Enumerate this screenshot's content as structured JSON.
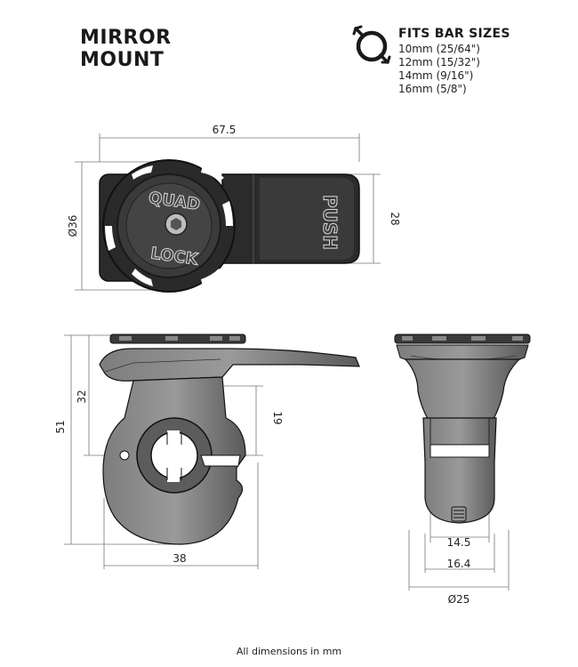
{
  "title": {
    "line1": "MIRROR",
    "line2": "MOUNT"
  },
  "fits": {
    "heading": "FITS BAR SIZES",
    "sizes": [
      "10mm (25/64\")",
      "12mm (15/32\")",
      "14mm (9/16\")",
      "16mm (5/8\")"
    ],
    "icon": "bar-clamp-icon"
  },
  "top_view": {
    "width": "67.5",
    "diameter": "Ø36",
    "height": "28",
    "logo_top": "QUAD",
    "logo_bottom": "LOCK",
    "button_text": "PUSH"
  },
  "side_view": {
    "total_height": "51",
    "upper_height": "32",
    "bar_height": "19",
    "width": "38"
  },
  "end_view": {
    "inner_width": "14.5",
    "outer_width": "16.4",
    "diameter": "Ø25"
  },
  "footnote": "All dimensions in mm"
}
